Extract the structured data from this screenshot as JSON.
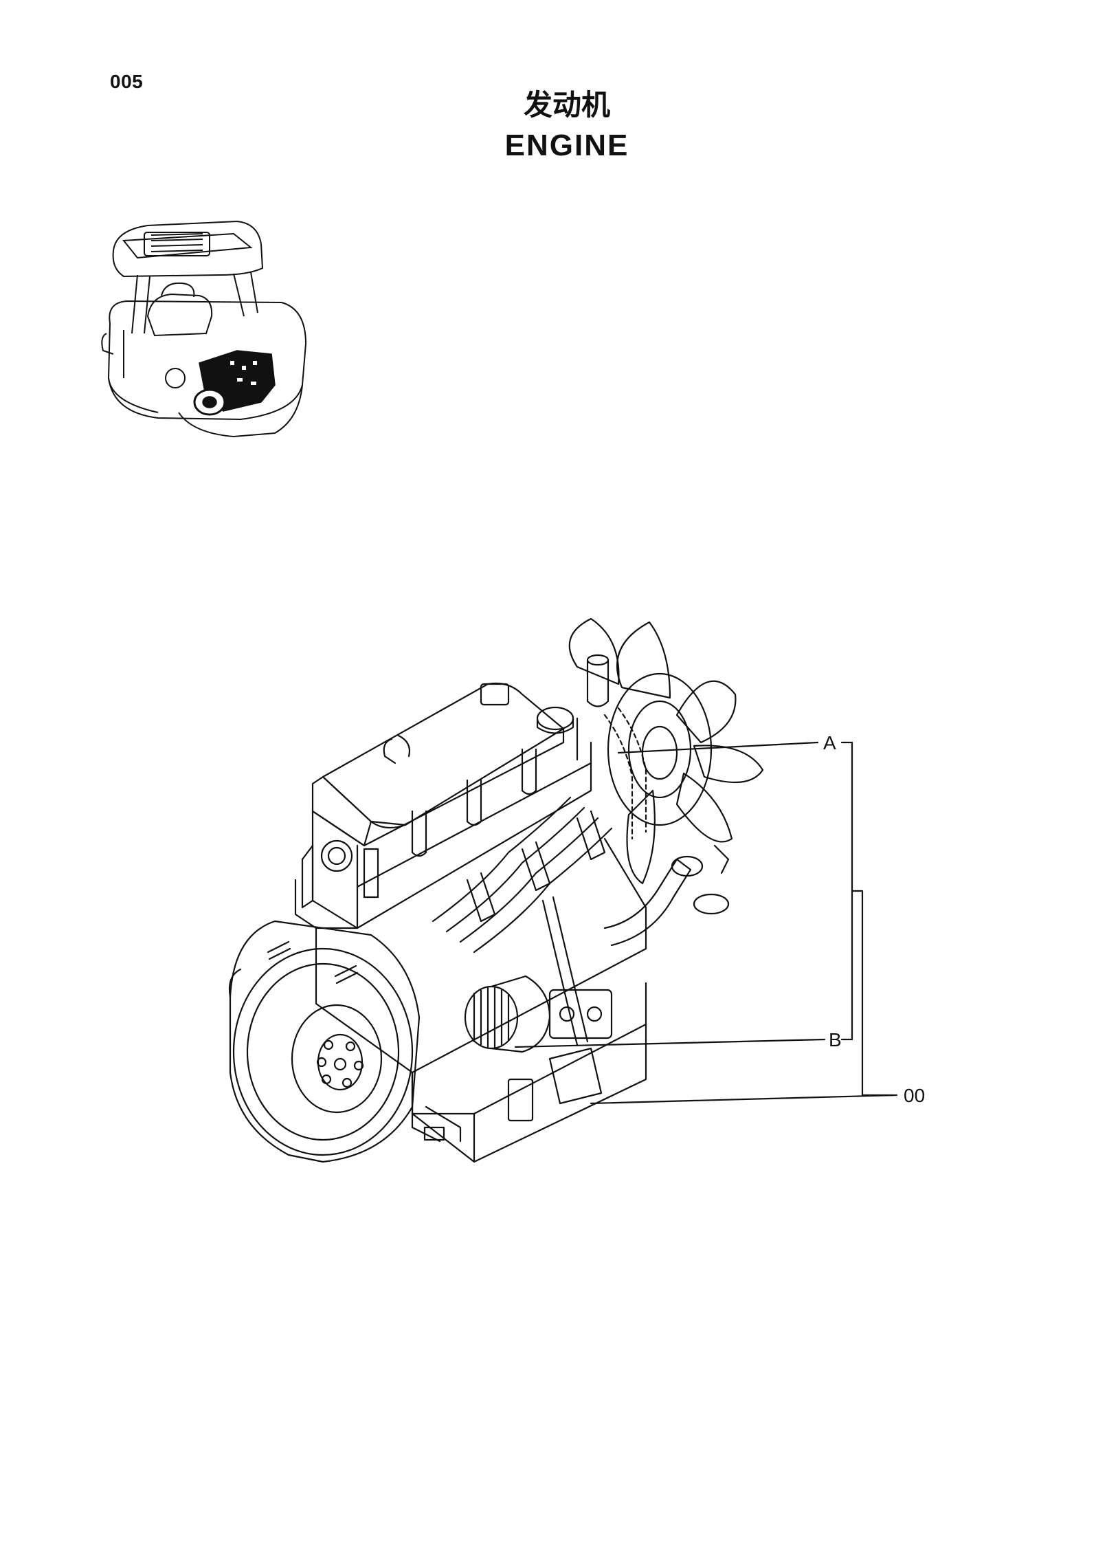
{
  "page": {
    "number": "005",
    "title_cn": "发动机",
    "title_en": "ENGINE"
  },
  "diagram": {
    "labels": {
      "a": "A",
      "b": "B",
      "assembly": "00"
    }
  },
  "colors": {
    "line": "#111111",
    "background": "#ffffff"
  }
}
